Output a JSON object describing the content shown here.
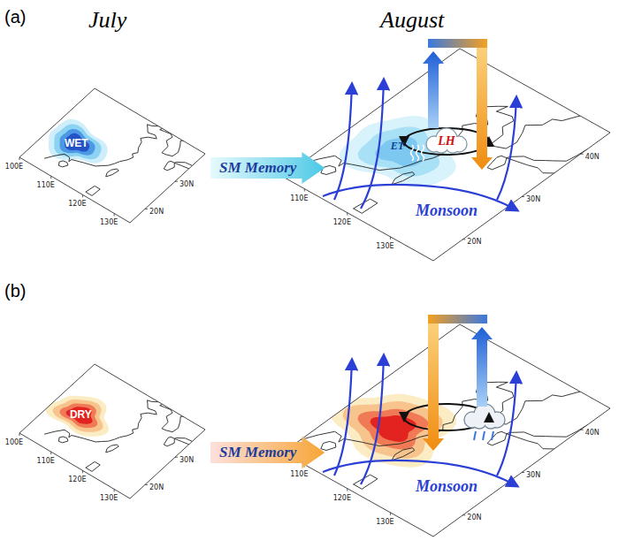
{
  "diagram": {
    "nodes": [
      {
        "text": [
          "SM Memory"
        ]
      },
      {
        "text": [
          "SM Memory"
        ]
      }
    ],
    "labels": [
      "(a)",
      "July",
      "August",
      "100E",
      "110E",
      "120E",
      "130E",
      "20N",
      "30N",
      "WET",
      "110E",
      "120E",
      "130E",
      "20N",
      "30N",
      "40N",
      "LH",
      "ET",
      "Monsoon",
      "(b)",
      "100E",
      "110E",
      "120E",
      "130E",
      "20N",
      "30N",
      "DRY",
      "110E",
      "120E",
      "130E",
      "20N",
      "30N",
      "40N",
      "Monsoon"
    ]
  }
}
